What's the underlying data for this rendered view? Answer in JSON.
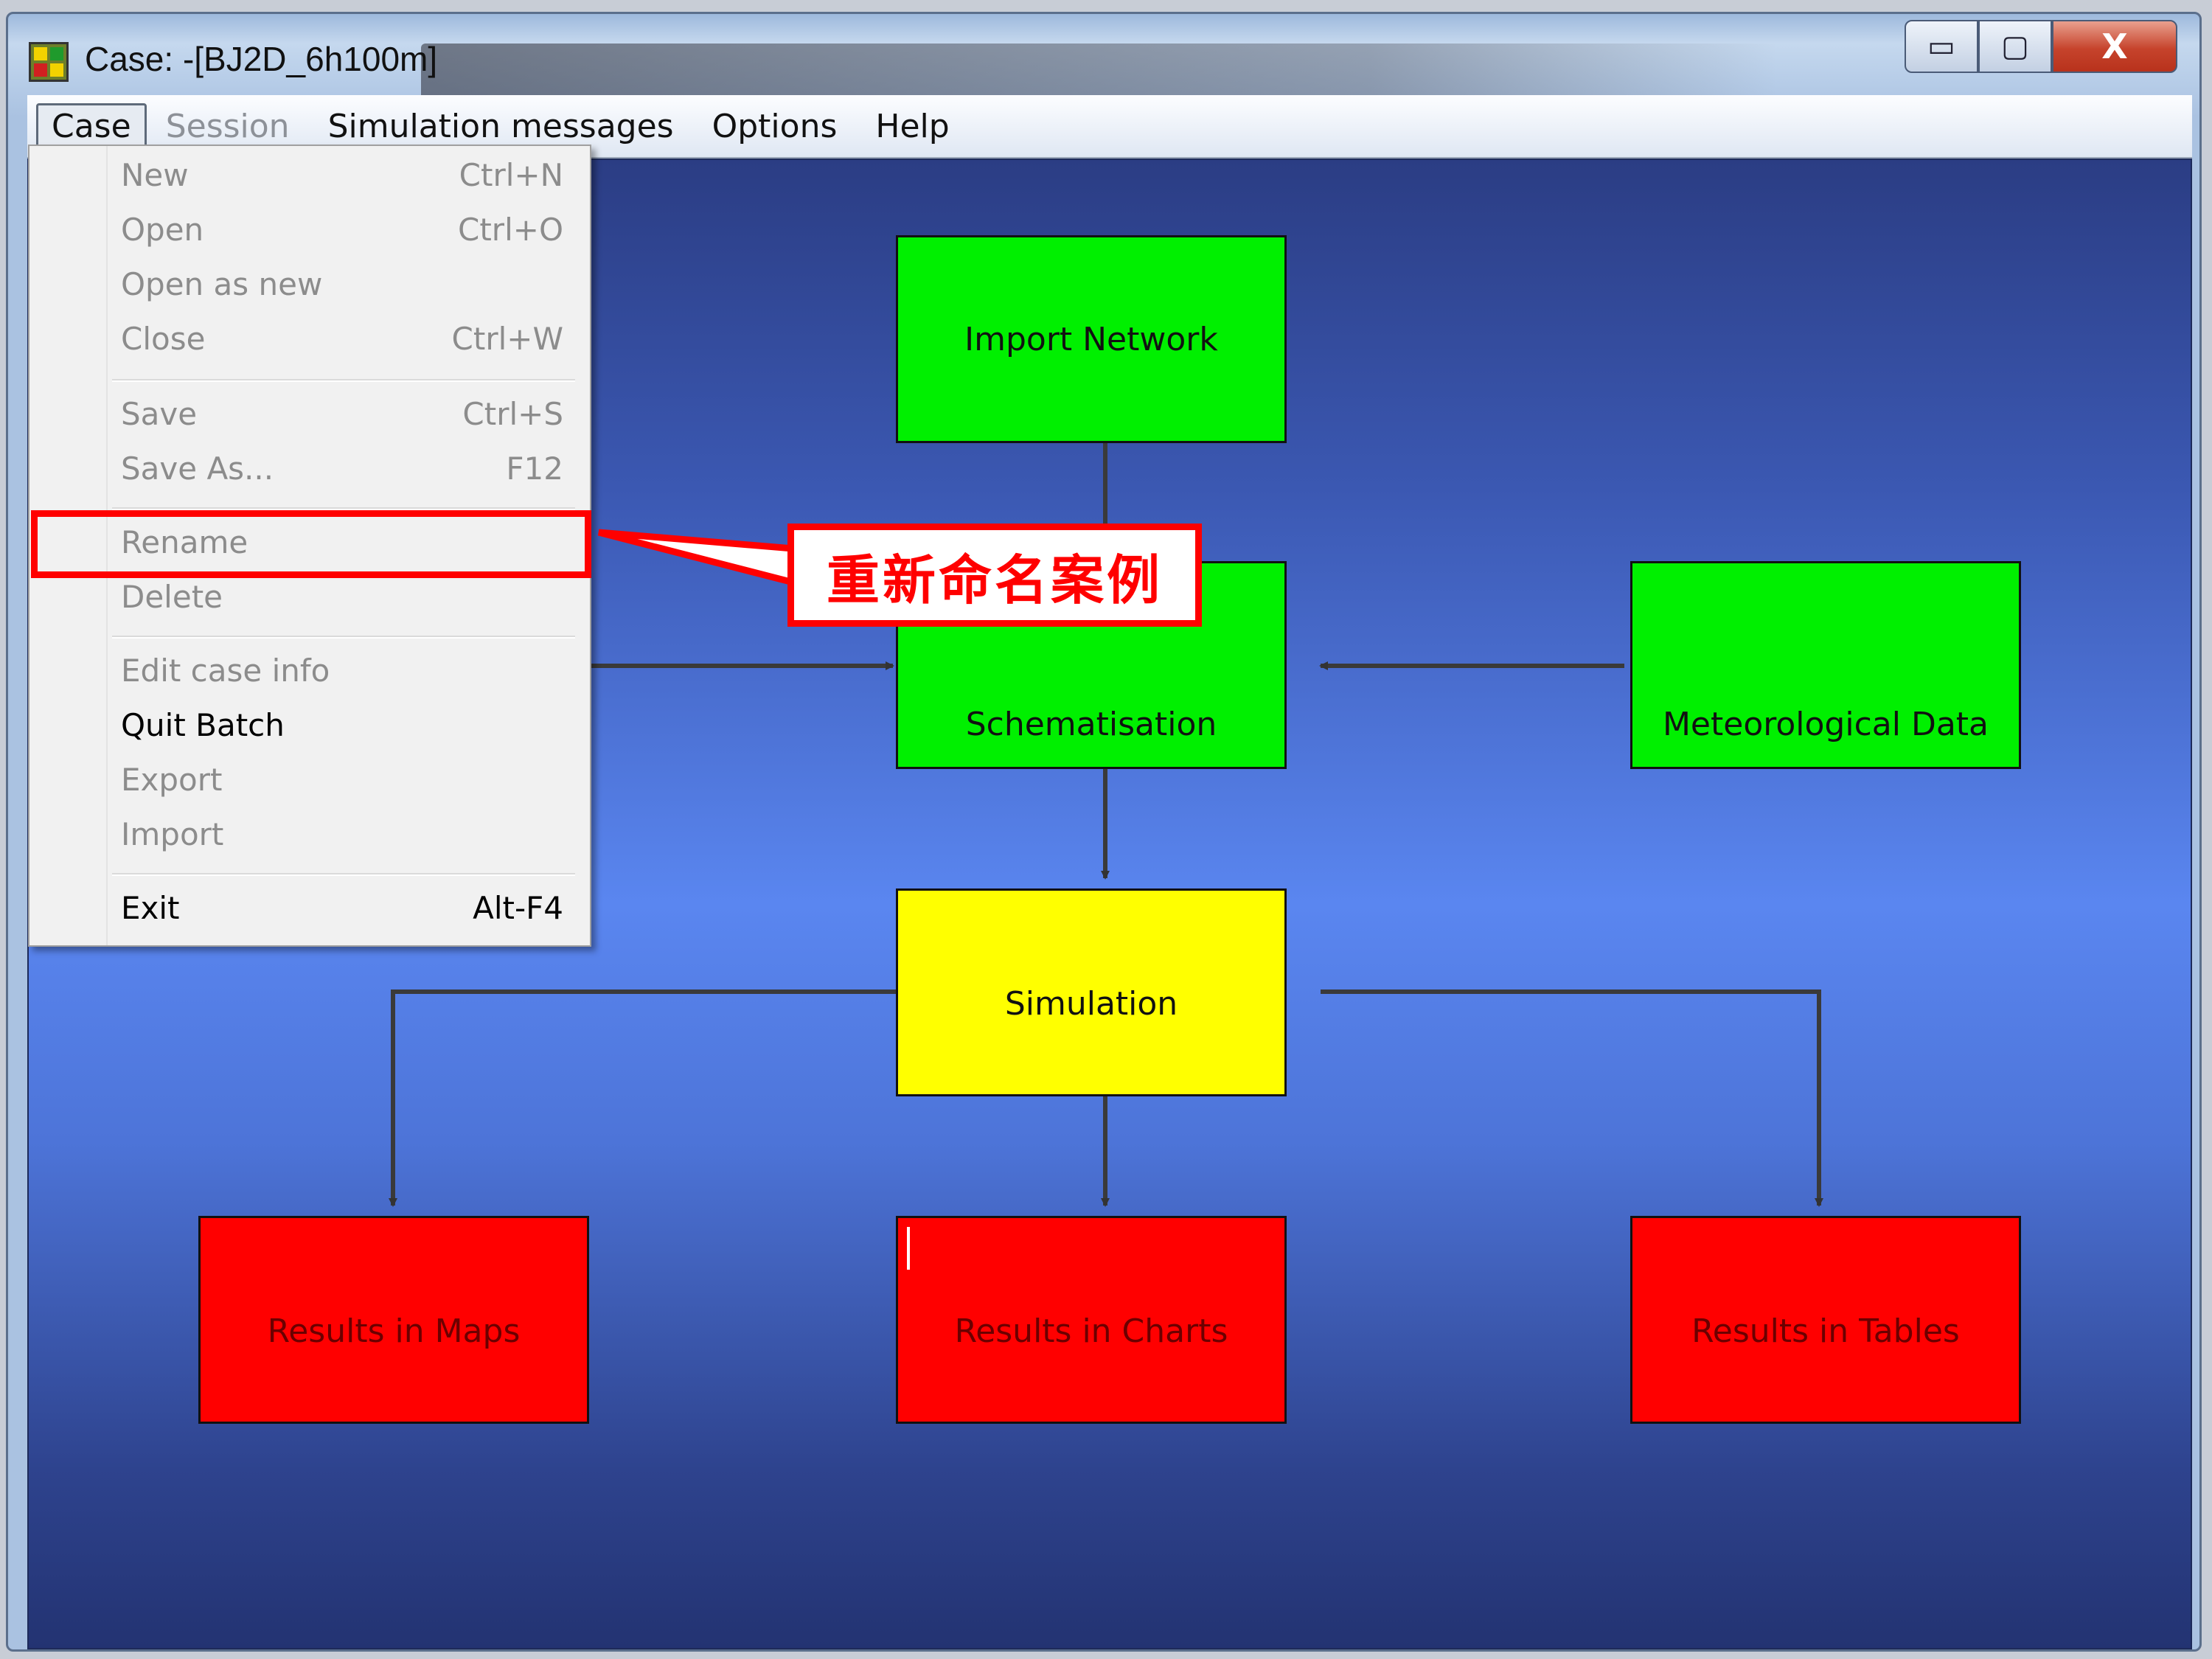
{
  "window": {
    "title": "Case: -[BJ2D_6h100m]",
    "caption_buttons": {
      "minimize": "▭",
      "maximize": "▢",
      "close": "X"
    }
  },
  "menubar": {
    "items": [
      {
        "label": "Case",
        "state": "open"
      },
      {
        "label": "Session",
        "state": "disabled"
      },
      {
        "label": "Simulation messages",
        "state": "enabled"
      },
      {
        "label": "Options",
        "state": "enabled"
      },
      {
        "label": "Help",
        "state": "enabled"
      }
    ]
  },
  "case_menu": {
    "items": [
      {
        "label": "New",
        "shortcut": "Ctrl+N",
        "enabled": false
      },
      {
        "label": "Open",
        "shortcut": "Ctrl+O",
        "enabled": false
      },
      {
        "label": "Open as new",
        "shortcut": "",
        "enabled": false
      },
      {
        "label": "Close",
        "shortcut": "Ctrl+W",
        "enabled": false
      },
      {
        "label": "Save",
        "shortcut": "Ctrl+S",
        "enabled": false
      },
      {
        "label": "Save As...",
        "shortcut": "F12",
        "enabled": false
      },
      {
        "label": "Rename",
        "shortcut": "",
        "enabled": false
      },
      {
        "label": "Delete",
        "shortcut": "",
        "enabled": false
      },
      {
        "label": "Edit case info",
        "shortcut": "",
        "enabled": false
      },
      {
        "label": "Quit Batch",
        "shortcut": "",
        "enabled": true
      },
      {
        "label": "Export",
        "shortcut": "",
        "enabled": false
      },
      {
        "label": "Import",
        "shortcut": "",
        "enabled": false
      },
      {
        "label": "Exit",
        "shortcut": "Alt-F4",
        "enabled": true
      }
    ]
  },
  "annotation": {
    "callout_text": "重新命名案例",
    "color": "#ff0000"
  },
  "workflow": {
    "nodes": {
      "import_network": {
        "label": "Import Network",
        "status": "green"
      },
      "schematisation": {
        "label": "Schematisation",
        "status": "green"
      },
      "meteorological_data": {
        "label": "Meteorological Data",
        "status": "green"
      },
      "simulation": {
        "label": "Simulation",
        "status": "yellow"
      },
      "results_maps": {
        "label": "Results in Maps",
        "status": "red"
      },
      "results_charts": {
        "label": "Results in Charts",
        "status": "red"
      },
      "results_tables": {
        "label": "Results in Tables",
        "status": "red"
      }
    },
    "colors": {
      "green": "#00f000",
      "yellow": "#ffff00",
      "red": "#ff0000",
      "canvas_mid": "#5a86f0"
    }
  }
}
